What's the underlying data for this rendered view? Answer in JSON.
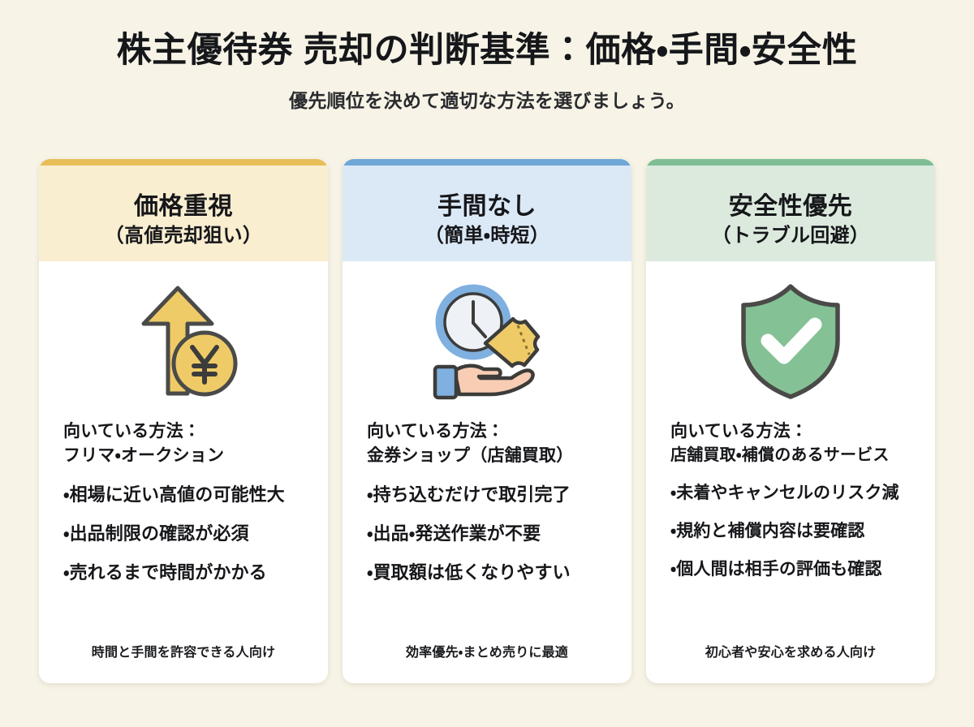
{
  "header": {
    "title": "株主優待券 売却の判断基準：価格・手間・安全性",
    "subtitle": "優先順位を決めて適切な方法を選びましょう。"
  },
  "colors": {
    "background": "#f7f4e7",
    "card_background": "#ffffff",
    "text": "#16171a",
    "gold_accent": "#e8be59",
    "gold_header": "#faeed1",
    "gold_icon": "#efcb68",
    "blue_accent": "#6fa8d6",
    "blue_header": "#dbe9f7",
    "blue_icon": "#7fb0e0",
    "green_accent": "#7fbe94",
    "green_header": "#dceade",
    "green_icon": "#84c295",
    "icon_outline": "#4a4a48",
    "skin": "#f8cdb4"
  },
  "cards": [
    {
      "id": "price-priority",
      "accent_color": "#e8be59",
      "header_color": "#faeed1",
      "title": "価格重視",
      "subtitle": "（高値売却狙い）",
      "icon": "up-arrow-yen-coin-icon",
      "method_label": "向いている方法：",
      "method_value": "フリマ・オークション",
      "bullets": [
        "・相場に近い高値の可能性大",
        "・出品制限の確認が必須",
        "・売れるまで時間がかかる"
      ],
      "footer": "時間と手間を許容できる人向け"
    },
    {
      "id": "no-effort",
      "accent_color": "#6fa8d6",
      "header_color": "#dbe9f7",
      "title": "手間なし",
      "subtitle": "（簡単・時短）",
      "icon": "clock-ticket-hand-icon",
      "method_label": "向いている方法：",
      "method_value": "金券ショップ（店舗買取）",
      "bullets": [
        "・持ち込むだけで取引完了",
        "・出品・発送作業が不要",
        "・買取額は低くなりやすい"
      ],
      "footer": "効率優先・まとめ売りに最適"
    },
    {
      "id": "safety-first",
      "accent_color": "#7fbe94",
      "header_color": "#dceade",
      "title": "安全性優先",
      "subtitle": "（トラブル回避）",
      "icon": "shield-check-icon",
      "method_label": "向いている方法：",
      "method_value": "店舗買取・補償のあるサービス",
      "bullets": [
        "・未着やキャンセルのリスク減",
        "・規約と補償内容は要確認",
        "・個人間は相手の評価も確認"
      ],
      "footer": "初心者や安心を求める人向け"
    }
  ]
}
